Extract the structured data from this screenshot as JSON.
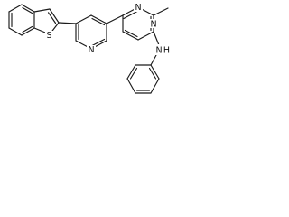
{
  "molecule": {
    "atom_labels": {
      "sulfur": "S",
      "pyridine_nitrogen": "N",
      "pyrimidine_nitrogen_top": "N",
      "pyrimidine_nitrogen_right": "N",
      "amine": "N",
      "amine_hydrogen": "H"
    }
  }
}
